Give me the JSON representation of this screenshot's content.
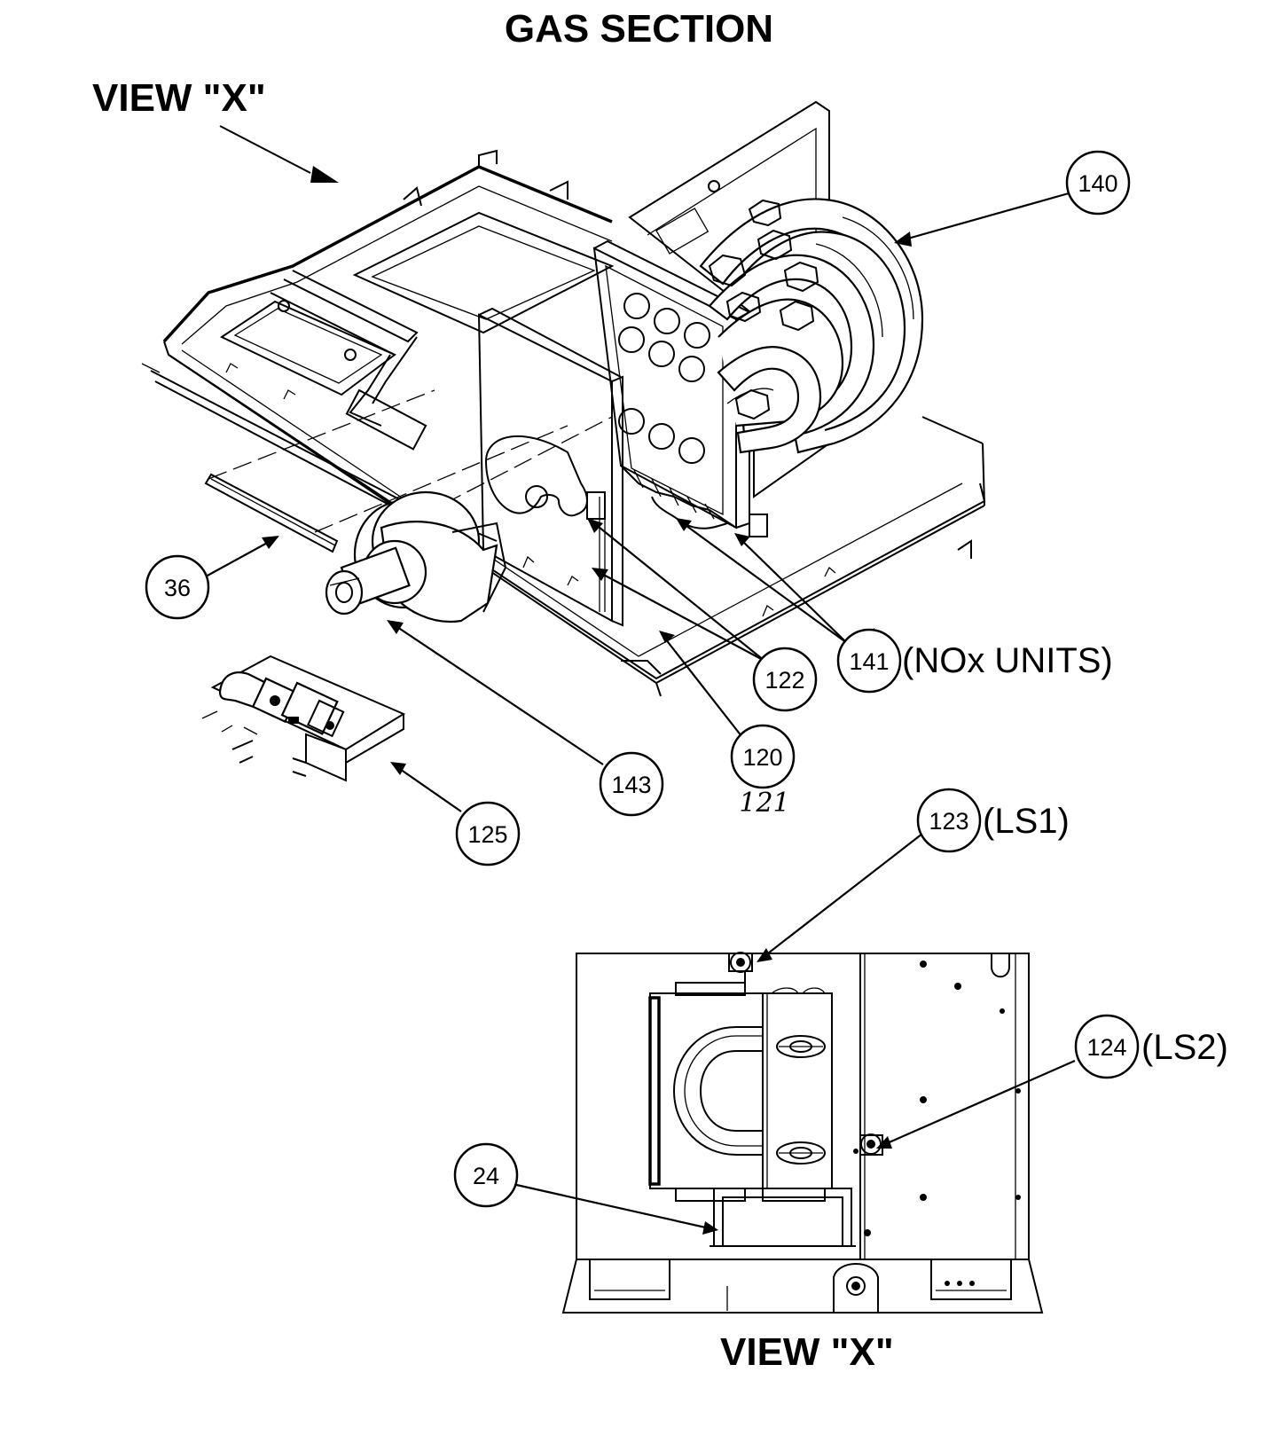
{
  "title": "GAS SECTION",
  "view_label_top": "VIEW \"X\"",
  "view_label_bottom": "VIEW \"X\"",
  "callouts": {
    "c140": {
      "number": "140",
      "note": ""
    },
    "c36": {
      "number": "36",
      "note": ""
    },
    "c122": {
      "number": "122",
      "note": ""
    },
    "c141": {
      "number": "141",
      "note": "(NOx UNITS)"
    },
    "c120": {
      "number": "120",
      "note": ""
    },
    "c143": {
      "number": "143",
      "note": ""
    },
    "c125": {
      "number": "125",
      "note": ""
    },
    "c123": {
      "number": "123",
      "note": "(LS1)"
    },
    "c124": {
      "number": "124",
      "note": "(LS2)"
    },
    "c24": {
      "number": "24",
      "note": ""
    }
  },
  "handwritten_note": "121"
}
